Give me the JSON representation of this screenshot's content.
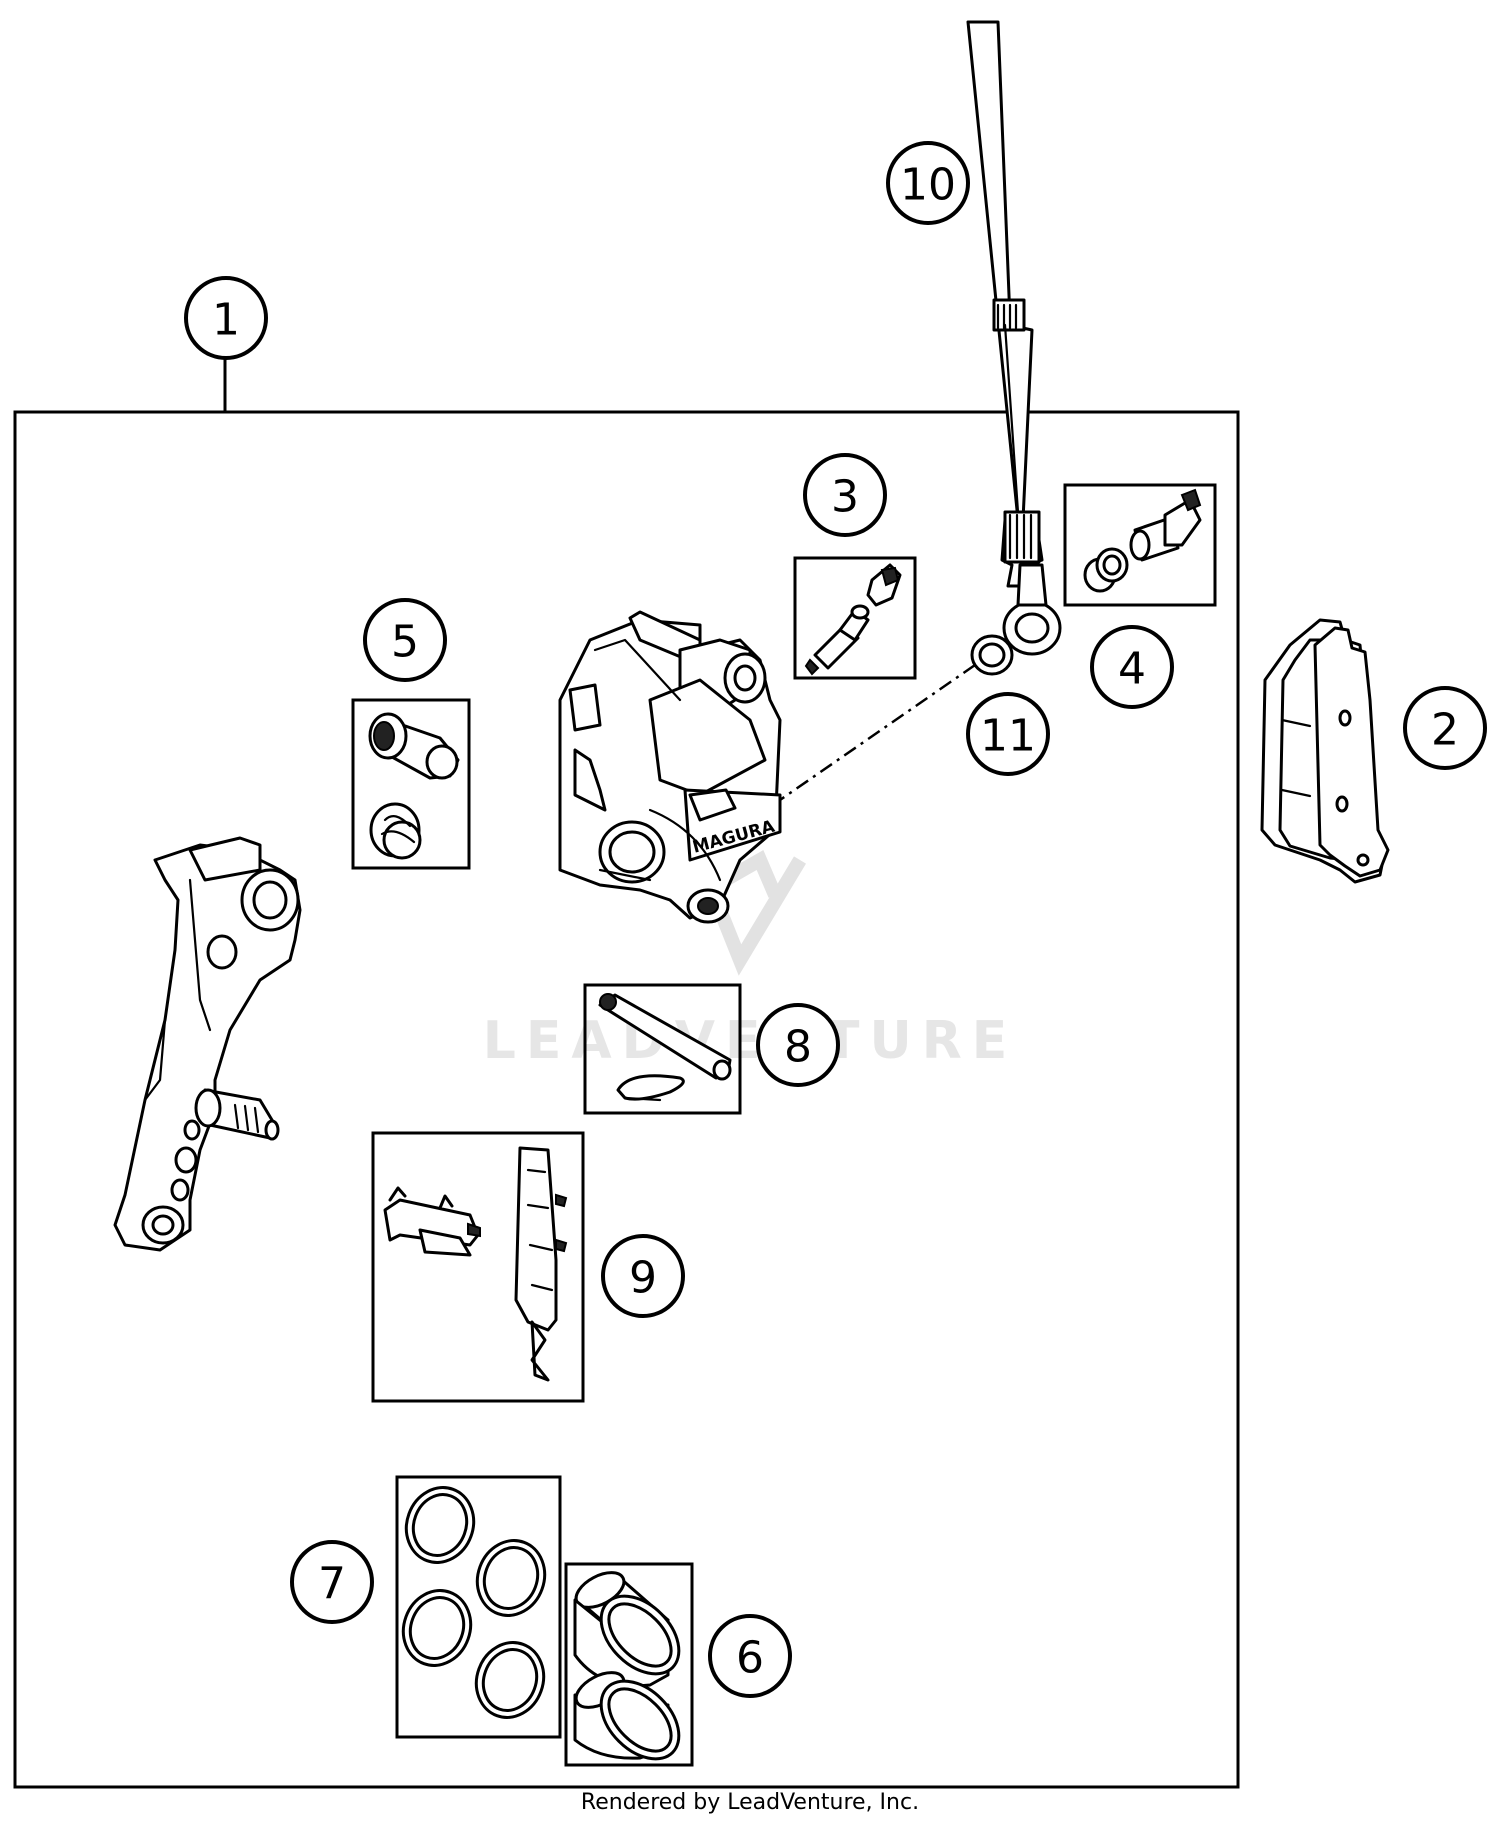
{
  "diagram": {
    "watermark": "LEADVENTURE",
    "brand_marking": "MAGURA",
    "footer": "Rendered by LeadVenture, Inc.",
    "callouts": [
      "1",
      "2",
      "3",
      "4",
      "5",
      "6",
      "7",
      "8",
      "9",
      "10",
      "11"
    ],
    "parts": [
      {
        "number": "1",
        "depicts": "brake-caliper-assembly-frame"
      },
      {
        "number": "2",
        "depicts": "brake-pads"
      },
      {
        "number": "3",
        "depicts": "bleeder-screw-kit"
      },
      {
        "number": "4",
        "depicts": "banjo-bolt-kit"
      },
      {
        "number": "5",
        "depicts": "caliper-slide-pin-kit"
      },
      {
        "number": "6",
        "depicts": "caliper-pistons"
      },
      {
        "number": "7",
        "depicts": "piston-seal-rings"
      },
      {
        "number": "8",
        "depicts": "pad-pin-and-clip"
      },
      {
        "number": "9",
        "depicts": "pad-spring-kit"
      },
      {
        "number": "10",
        "depicts": "brake-line"
      },
      {
        "number": "11",
        "depicts": "sealing-washer"
      }
    ]
  }
}
